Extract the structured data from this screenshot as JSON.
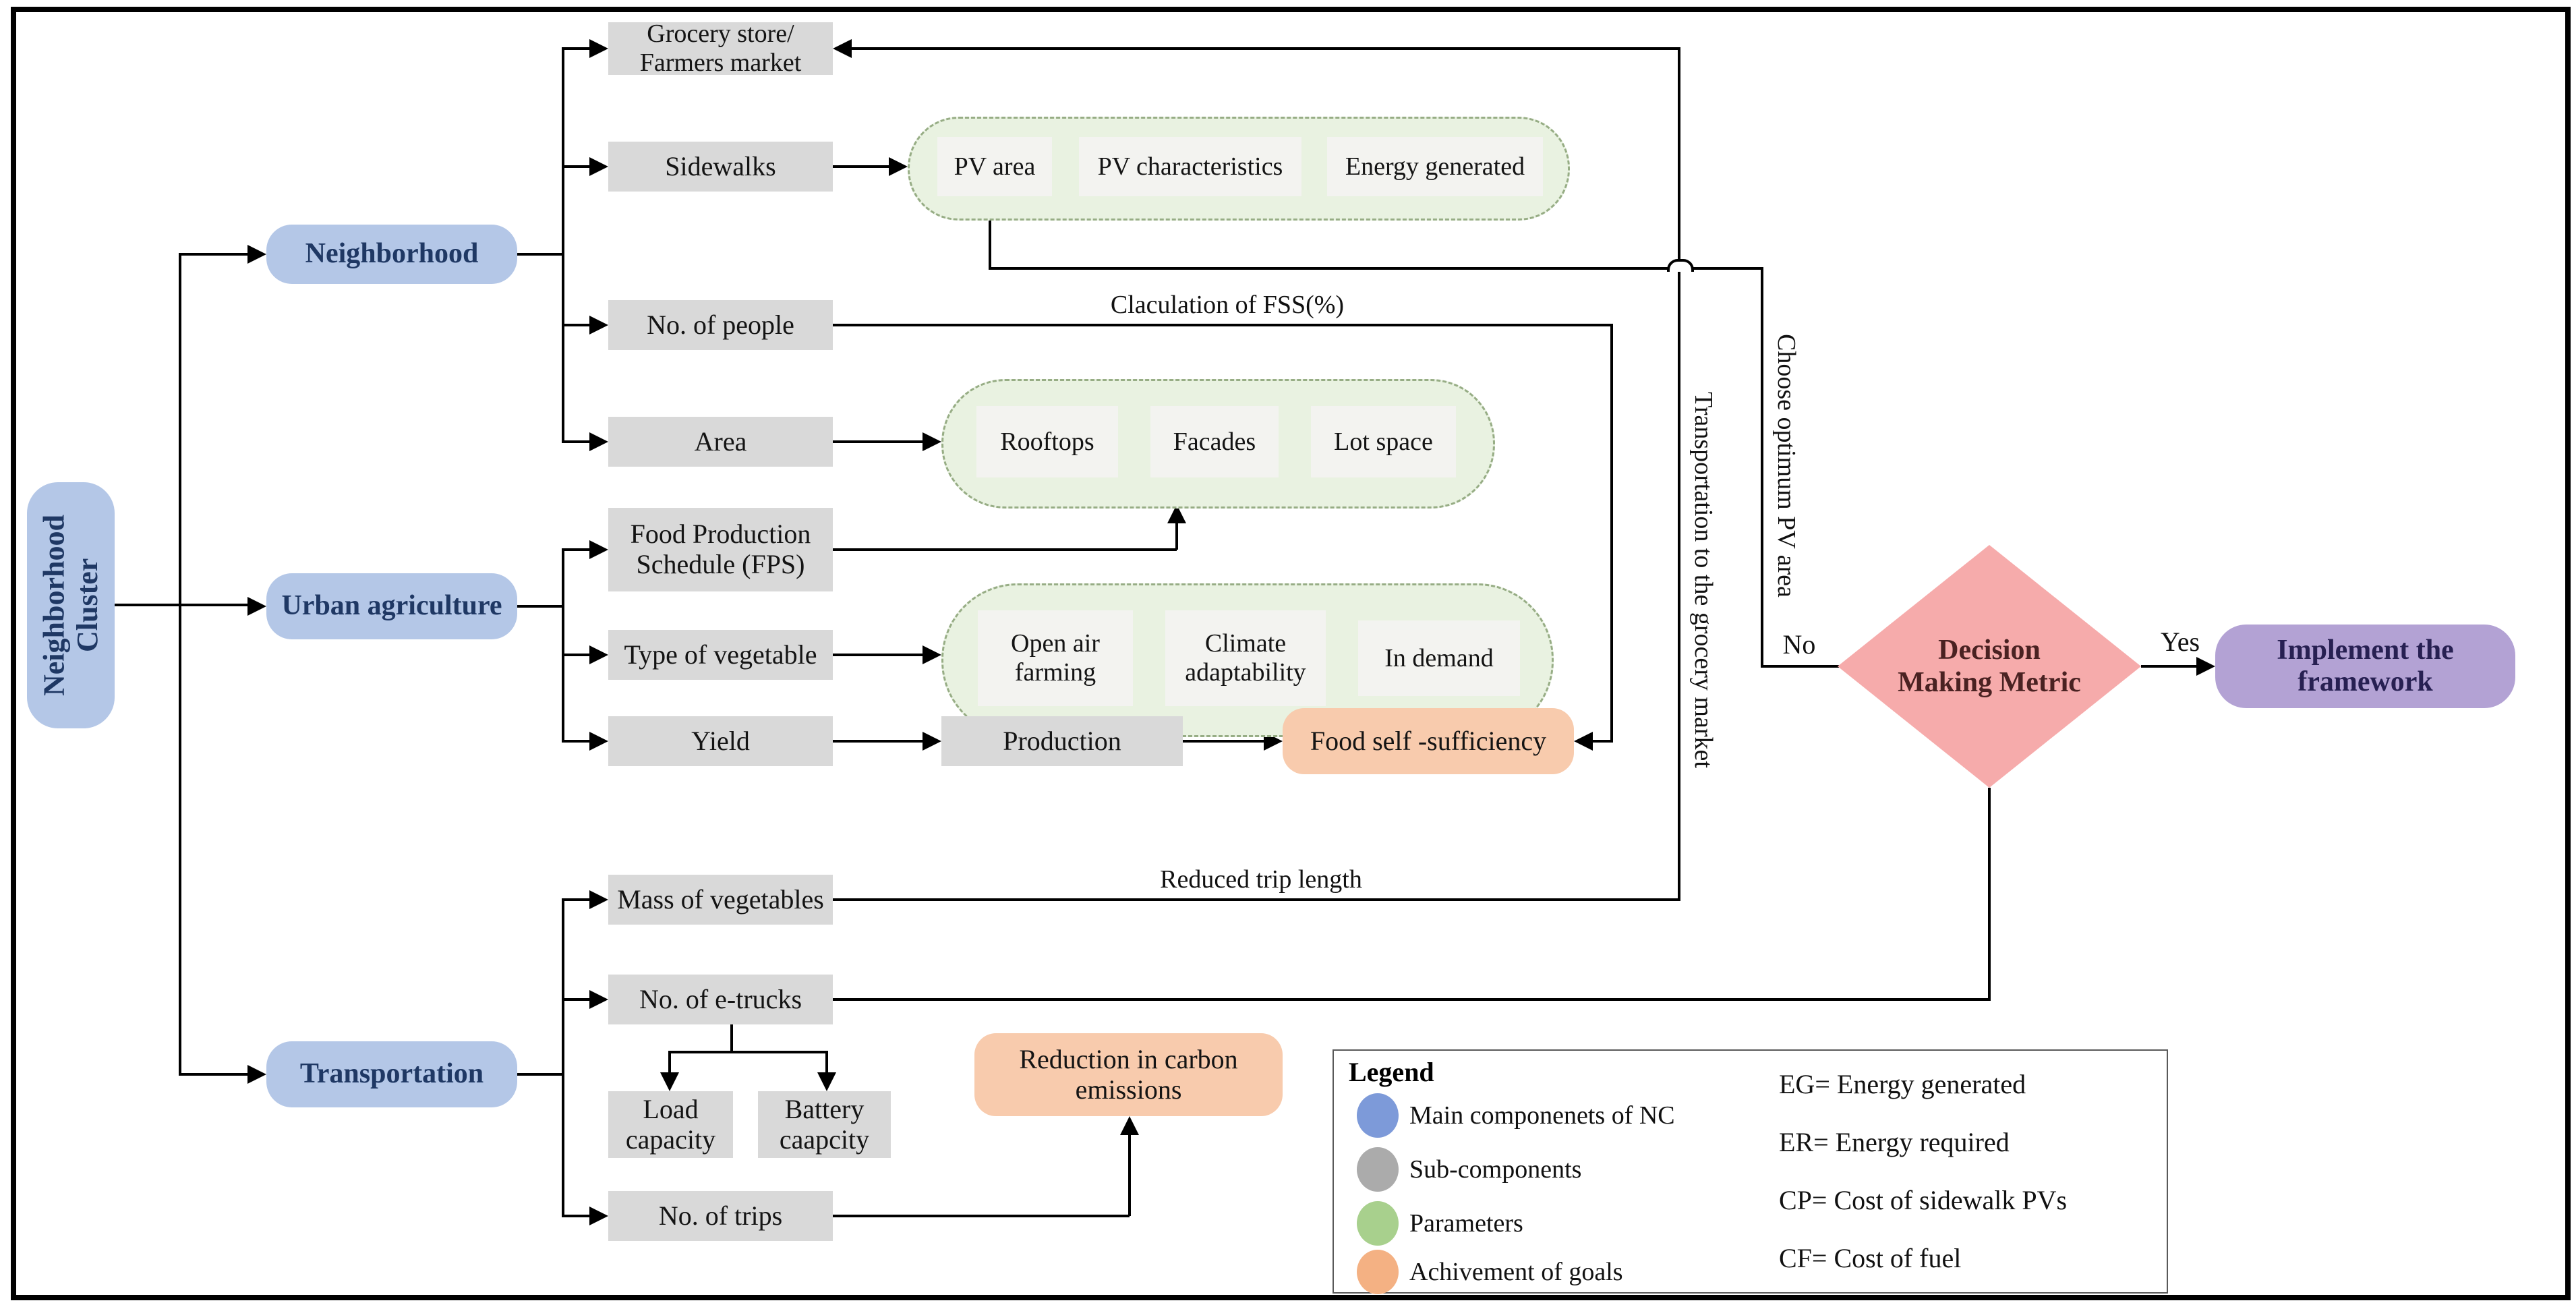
{
  "title": "Neighborhood Cluster framework flowchart",
  "colors": {
    "main_component": "#b4c7e7",
    "sub_component": "#d9d9d9",
    "parameter_container": "#e9f2e1",
    "parameter_box": "#f3f3f0",
    "goal": "#f8cbad",
    "decision": "#f6abab",
    "implement": "#b3a2d4",
    "line": "#000000"
  },
  "nodes": {
    "root": {
      "label": "Neighborhood Cluster"
    },
    "neighborhood": {
      "label": "Neighborhood"
    },
    "urban_agriculture": {
      "label": "Urban agriculture"
    },
    "transportation": {
      "label": "Transportation"
    },
    "grocery": {
      "line1": "Grocery store/",
      "line2": "Farmers market"
    },
    "sidewalks": {
      "label": "Sidewalks"
    },
    "no_of_people": {
      "label": "No. of people"
    },
    "area": {
      "label": "Area"
    },
    "fps": {
      "line1": "Food Production",
      "line2": "Schedule (FPS)"
    },
    "type_of_vegetable": {
      "label": "Type of vegetable"
    },
    "yield": {
      "label": "Yield"
    },
    "production": {
      "label": "Production"
    },
    "food_self_sufficiency": {
      "label": "Food self -sufficiency"
    },
    "mass_of_vegetables": {
      "label": "Mass of vegetables"
    },
    "no_of_e_trucks": {
      "label": "No. of e-trucks"
    },
    "load_capacity": {
      "line1": "Load",
      "line2": "capacity"
    },
    "battery_capacity": {
      "line1": "Battery",
      "line2": "caapcity"
    },
    "no_of_trips": {
      "label": "No. of trips"
    },
    "carbon_reduction": {
      "line1": "Reduction in carbon",
      "line2": "emissions"
    },
    "pv_area": {
      "label": "PV area"
    },
    "pv_characteristics": {
      "label": "PV characteristics"
    },
    "energy_generated": {
      "label": "Energy generated"
    },
    "rooftops": {
      "label": "Rooftops"
    },
    "facades": {
      "label": "Facades"
    },
    "lot_space": {
      "label": "Lot space"
    },
    "open_air_farming": {
      "line1": "Open air",
      "line2": "farming"
    },
    "climate_adaptability": {
      "line1": "Climate",
      "line2": "adaptability"
    },
    "in_demand": {
      "label": "In demand"
    },
    "decision_metric": {
      "line1": "Decision",
      "line2": "Making Metric"
    },
    "implement_framework": {
      "label": "Implement the framework"
    }
  },
  "edge_labels": {
    "fss_calculation": "Claculation of FSS(%)",
    "reduced_trip_length": "Reduced trip length",
    "transport_to_grocery": "Transportation to the grocery market",
    "choose_optimum_pv": "Choose optimum PV area",
    "no": "No",
    "yes": "Yes"
  },
  "legend": {
    "title": "Legend",
    "items": [
      {
        "color": "#7d9ad9",
        "label": "Main componenets of NC"
      },
      {
        "color": "#ababab",
        "label": "Sub-components"
      },
      {
        "color": "#a8d08d",
        "label": "Parameters"
      },
      {
        "color": "#f4b183",
        "label": "Achivement of goals"
      }
    ],
    "abbreviations": [
      "EG= Energy generated",
      "ER= Energy required",
      "CP= Cost of sidewalk PVs",
      "CF= Cost of fuel"
    ]
  }
}
